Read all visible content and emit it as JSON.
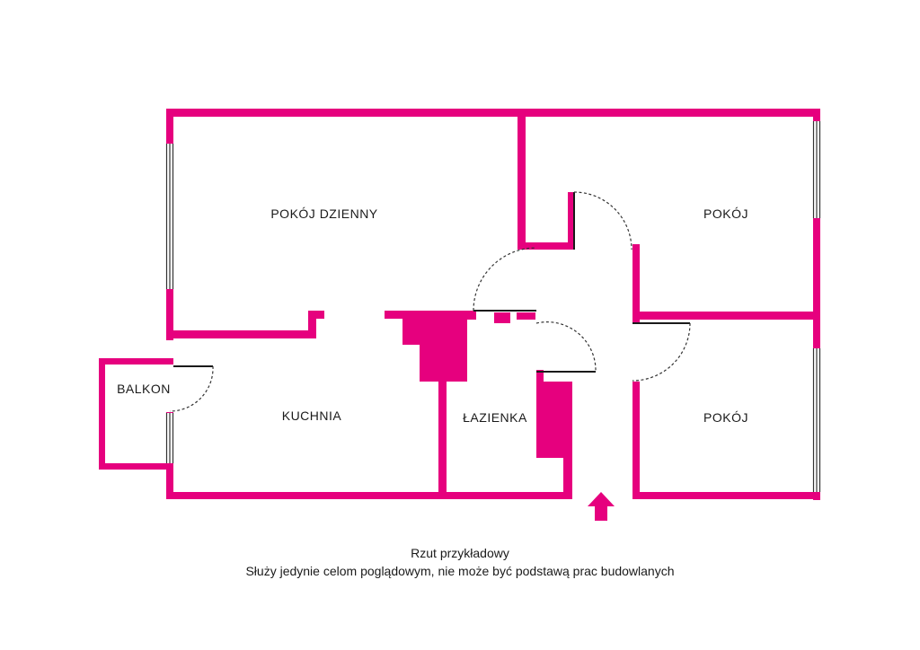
{
  "colors": {
    "wall": "#e6007e",
    "background": "#ffffff",
    "text": "#1a1a1a"
  },
  "rooms": {
    "living_room": "POKÓJ DZIENNY",
    "room_top_right": "POKÓJ",
    "room_bottom_right": "POKÓJ",
    "balcony": "BALKON",
    "kitchen": "KUCHNIA",
    "bathroom": "ŁAZIENKA"
  },
  "entrance_icon": "arrow-up-icon",
  "caption": {
    "title": "Rzut przykładowy",
    "note": "Służy jedynie celom poglądowym, nie może być podstawą prac budowlanych"
  }
}
